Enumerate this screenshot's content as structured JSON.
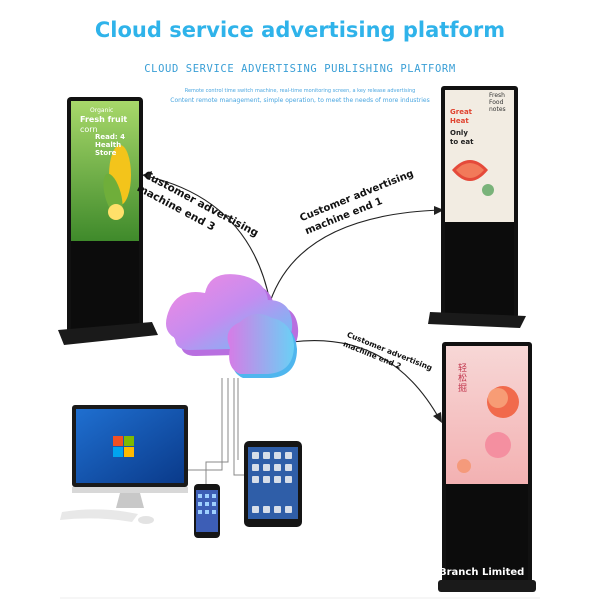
{
  "header": {
    "title": "Cloud service advertising platform",
    "subtitle": "CLOUD SERVICE ADVERTISING PUBLISHING PLATFORM",
    "line1": "Remote control time switch machine, real-time monitoring screen, a key release advertising",
    "line2": "Content remote management, simple operation, to meet the needs of more industries"
  },
  "labels": {
    "end3": [
      "Customer advertising",
      "machine end 3"
    ],
    "end1": [
      "Customer advertising",
      "machine end 1"
    ],
    "end2": [
      "Customer advertising",
      "machine end 2"
    ]
  },
  "screen_left": {
    "brand": "Organic",
    "text1": "Fresh fruit",
    "text2": "corn",
    "text3": "Read: 4",
    "text4": "Health",
    "text5": "Store"
  },
  "screen_right_top": {
    "vertical": "Fresh Food notes",
    "text1": "Great",
    "text2": "Heat",
    "text3": "Only",
    "text4": "to eat"
  },
  "screen_right_bottom": {
    "vertical": "轻松掘",
    "text1": "Branch Limited"
  },
  "colors": {
    "title": "#2fb3ea",
    "subtitle": "#3a9fd6",
    "cloud_pink": "#f27ad8",
    "cloud_blue": "#5fc3f3"
  }
}
